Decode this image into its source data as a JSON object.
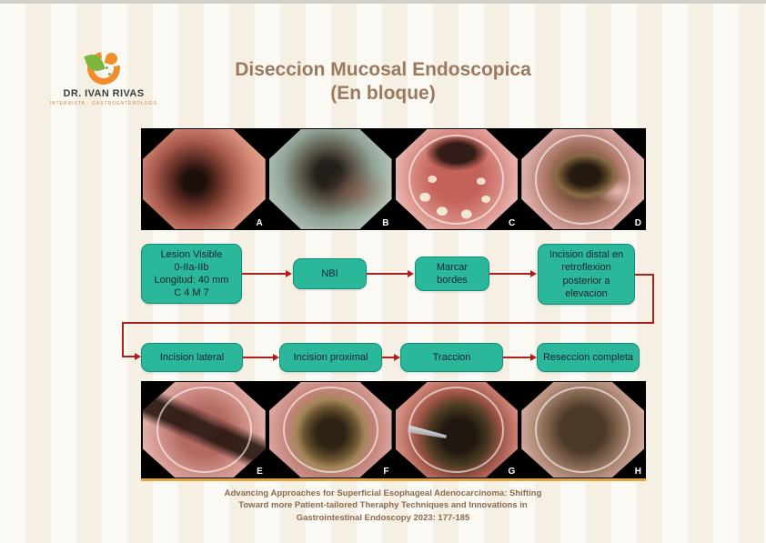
{
  "slide": {
    "title_line1": "Diseccion Mucosal Endoscopica",
    "title_line2": "(En bloque)",
    "title_color": "#9a7a5f",
    "background_color": "#f8f4e9",
    "top_bar_color": "#d2cfc9"
  },
  "logo": {
    "name": "DR. IVAN RIVAS",
    "subtitle": "INTERNISTA - GASTROENTERÓLOGO",
    "leaf_color": "#7cb63e",
    "stomach_color": "#ef8e2a"
  },
  "top_strip": {
    "labels": [
      "A",
      "B",
      "C",
      "D"
    ]
  },
  "flowchart": {
    "box_fill": "#2ab79a",
    "box_border": "#0e8f7d",
    "arrow_color": "#b01f1c",
    "row1": [
      {
        "label": "Lesion Visible\n0-IIa-IIb\nLongitud: 40 mm\nC 4 M 7"
      },
      {
        "label": "NBI"
      },
      {
        "label": "Marcar\nbordes"
      },
      {
        "label": "Incision distal en\nretroflexion\nposterior a\nelevacion"
      }
    ],
    "row2": [
      {
        "label": "Incision lateral"
      },
      {
        "label": "Incision proximal"
      },
      {
        "label": "Traccion"
      },
      {
        "label": "Reseccion completa"
      }
    ]
  },
  "bottom_strip": {
    "labels": [
      "E",
      "F",
      "G",
      "H"
    ],
    "underline_color": "#e2a23c"
  },
  "citation": {
    "text": "Advancing Approaches for Superficial Esophageal  Adenocarcinoma: Shifting\nToward more Patient-tailored Theraphy Techniques and Innovations in\nGastrointestinal Endoscopy 2023: 177-185",
    "color": "#8a6a50"
  }
}
